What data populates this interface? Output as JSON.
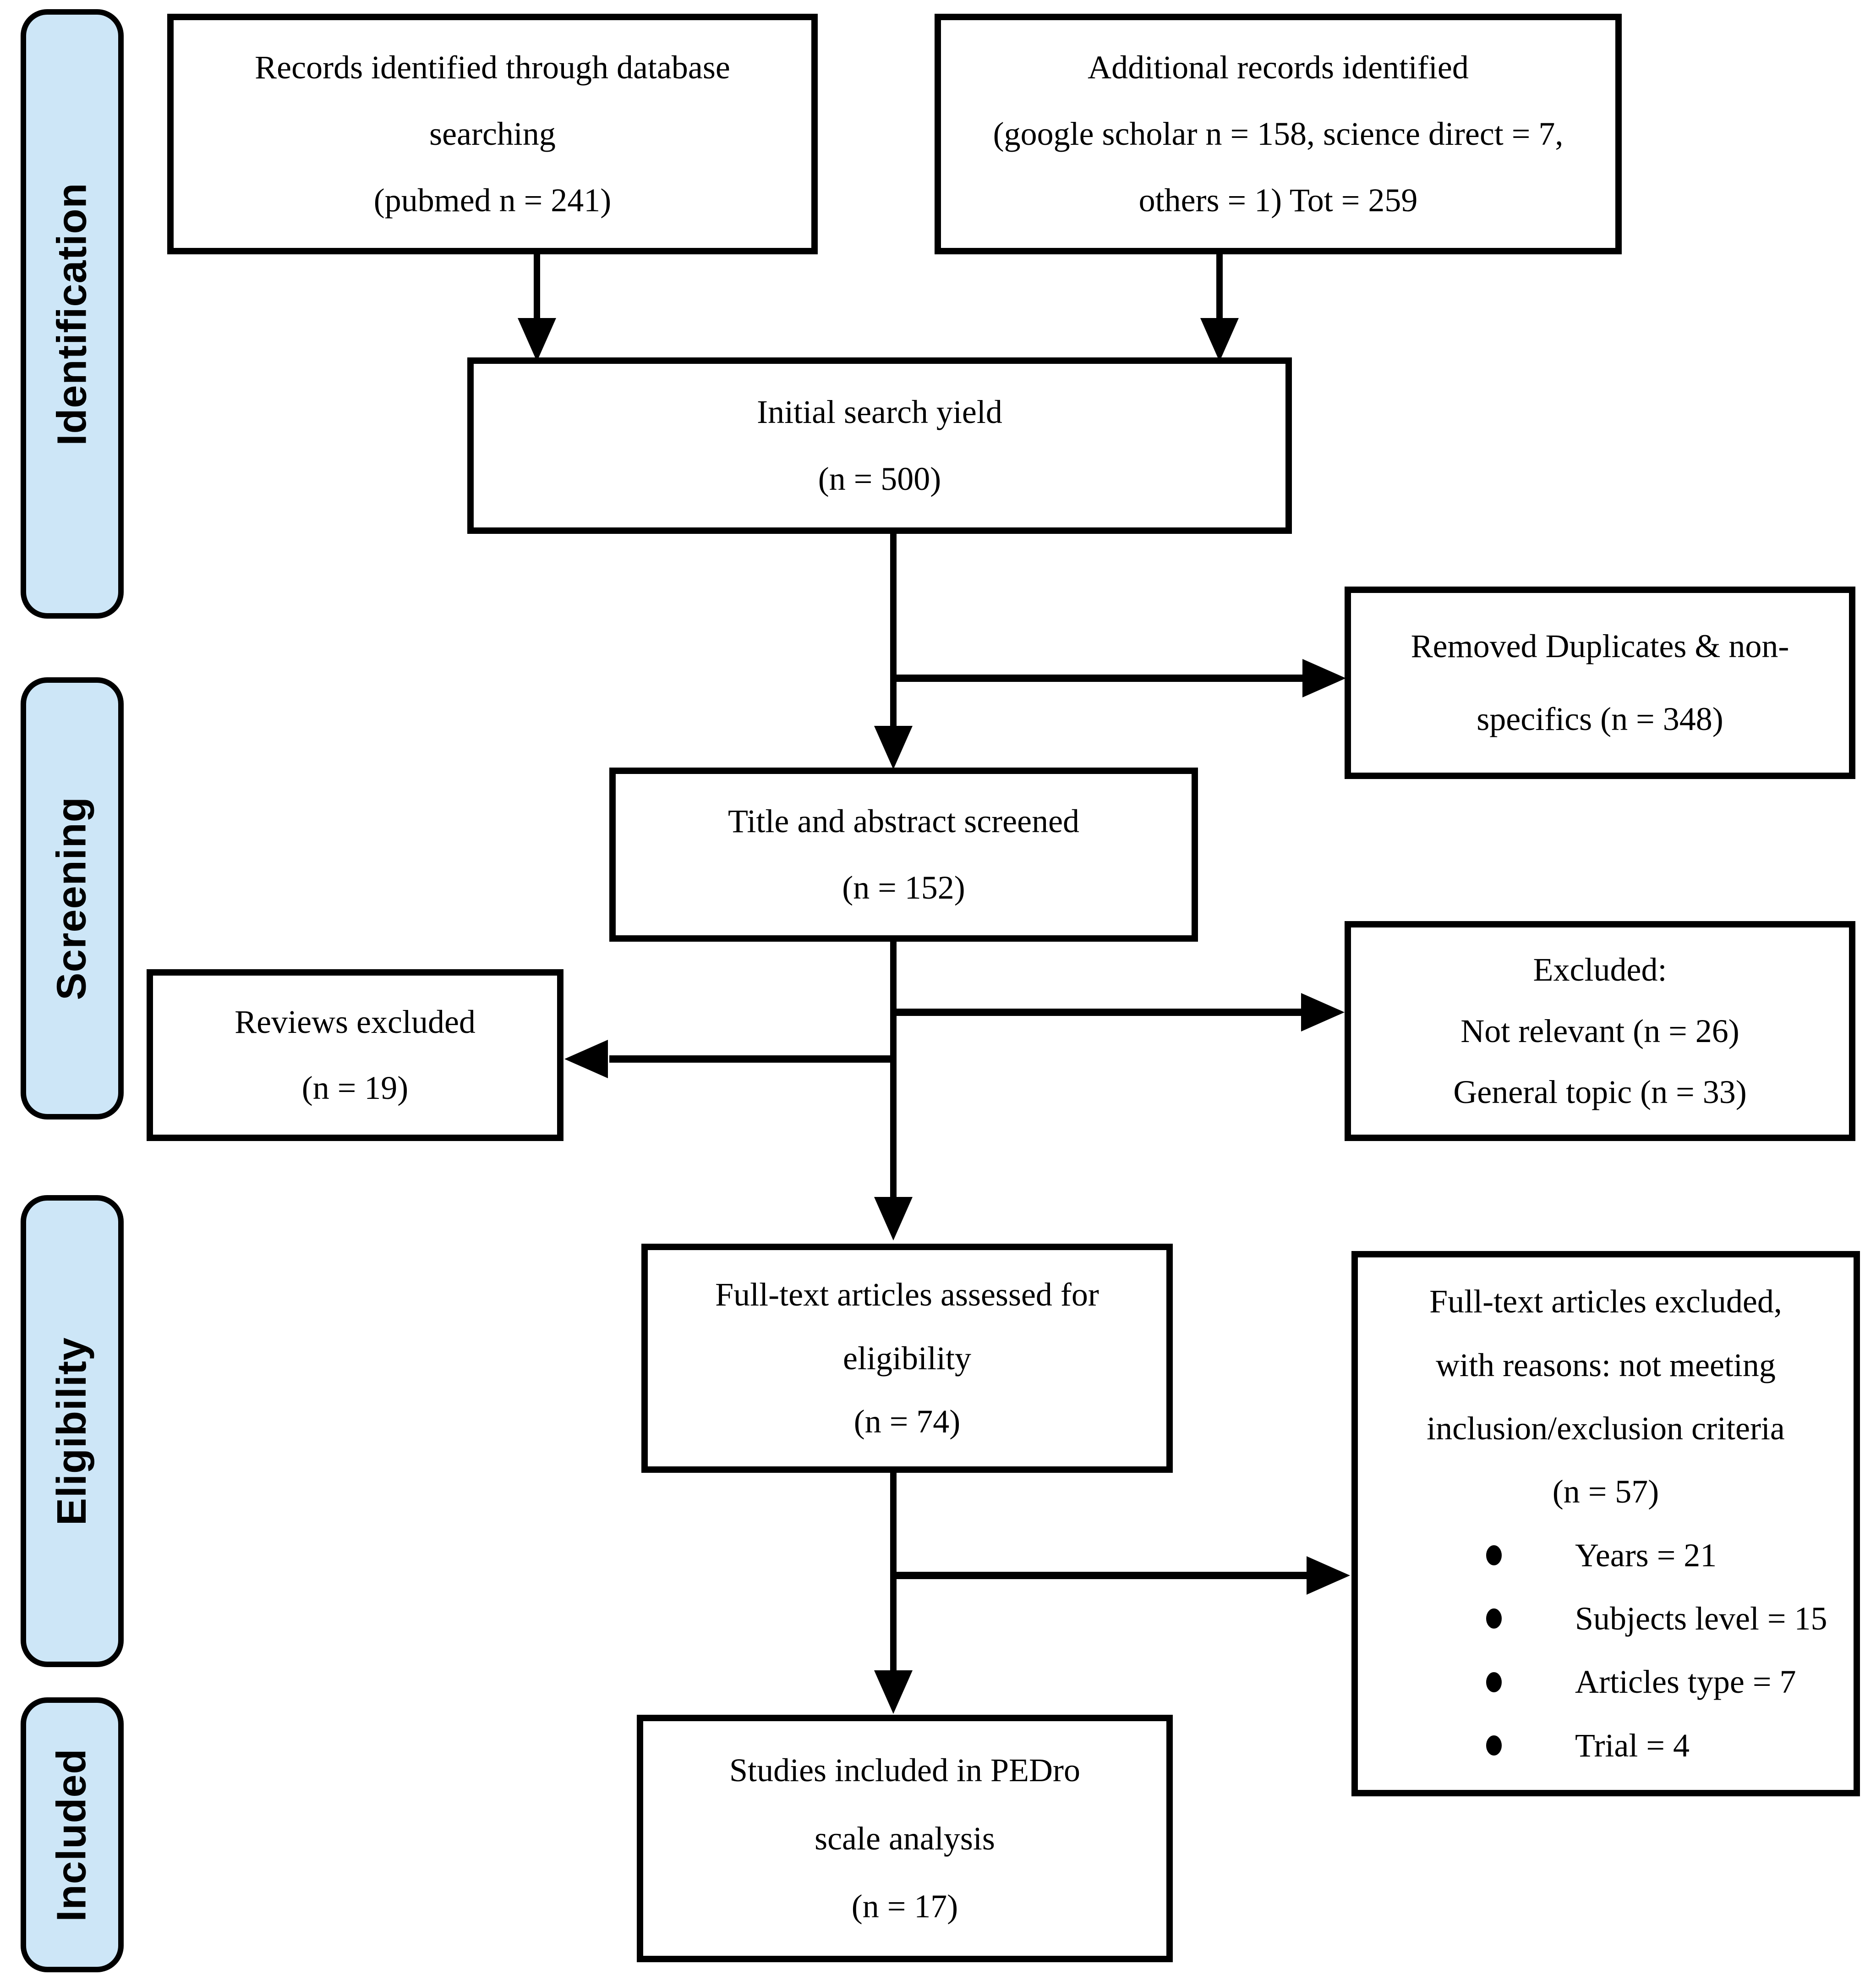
{
  "sidebar": {
    "items": [
      {
        "label": "Identification"
      },
      {
        "label": "Screening"
      },
      {
        "label": "Eligibility"
      },
      {
        "label": "Included"
      }
    ]
  },
  "boxes": {
    "records_db": {
      "lines": [
        "Records identified through database",
        "searching",
        "(pubmed n = 241)"
      ]
    },
    "additional": {
      "lines": [
        "Additional records identified",
        "(google scholar n = 158, science direct = 7,",
        "others = 1) Tot = 259"
      ]
    },
    "initial_yield": {
      "lines": [
        "Initial search yield",
        "(n = 500)"
      ]
    },
    "removed_dup": {
      "lines": [
        "Removed Duplicates & non-",
        "specifics (n = 348)"
      ]
    },
    "title_abstract": {
      "lines": [
        "Title and abstract screened",
        "(n = 152)"
      ]
    },
    "reviews_excluded": {
      "lines": [
        "Reviews excluded",
        "(n = 19)"
      ]
    },
    "excluded": {
      "lines": [
        "Excluded:",
        "Not relevant (n = 26)",
        "General topic (n = 33)"
      ]
    },
    "fulltext_assessed": {
      "lines": [
        "Full-text articles assessed for",
        "eligibility",
        "(n = 74)"
      ]
    },
    "fulltext_excluded": {
      "lines": [
        "Full-text articles excluded,",
        "with reasons: not meeting",
        "inclusion/exclusion criteria",
        "(n = 57)"
      ],
      "bullets": [
        "Years = 21",
        "Subjects level = 15",
        "Articles type = 7",
        "Trial = 4"
      ]
    },
    "studies_included": {
      "lines": [
        "Studies included in PEDro",
        "scale analysis",
        "(n = 17)"
      ]
    }
  },
  "colors": {
    "sidebar_fill": "#cde6f7",
    "line": "#000000",
    "box_fill": "#ffffff"
  }
}
